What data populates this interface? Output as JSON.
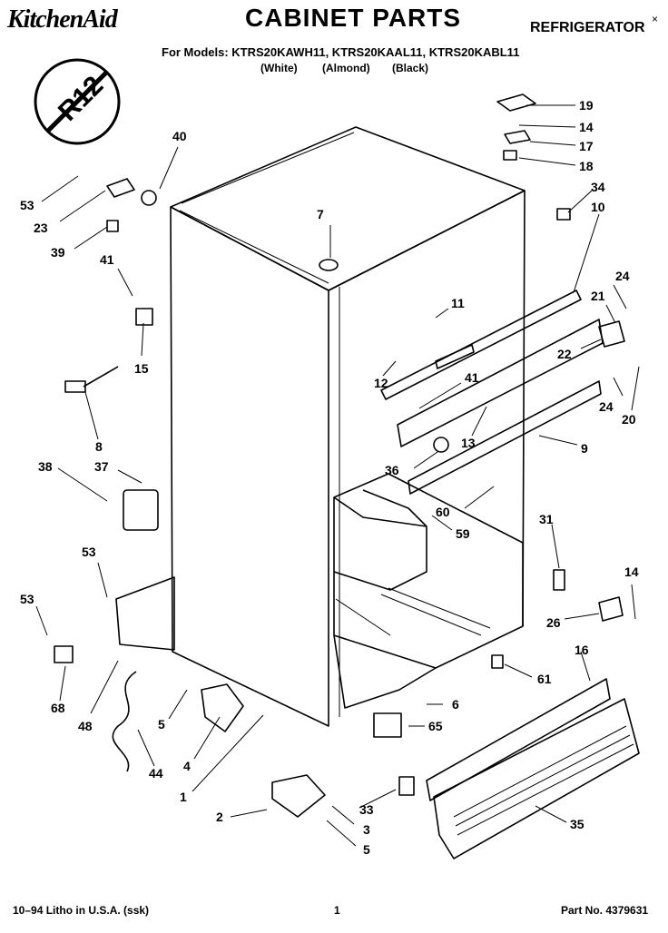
{
  "header": {
    "brand": "KitchenAid",
    "title": "CABINET PARTS",
    "appliance": "REFRIGERATOR",
    "corner_mark": "×",
    "models_line": "For Models: KTRS20KAWH11, KTRS20KAAL11, KTRS20KABL11",
    "variants": [
      "(White)",
      "(Almond)",
      "(Black)"
    ]
  },
  "badge": {
    "text": "R12"
  },
  "footer": {
    "litho": "10–94 Litho in U.S.A. (ssk)",
    "page": "1",
    "part_no": "Part No. 4379631"
  },
  "callouts": [
    "19",
    "14",
    "17",
    "18",
    "34",
    "10",
    "40",
    "53",
    "23",
    "39",
    "7",
    "41",
    "15",
    "11",
    "24",
    "21",
    "12",
    "41",
    "22",
    "8",
    "13",
    "9",
    "24",
    "20",
    "38",
    "37",
    "36",
    "60",
    "59",
    "31",
    "53",
    "14",
    "53",
    "26",
    "68",
    "48",
    "16",
    "61",
    "5",
    "6",
    "65",
    "4",
    "44",
    "1",
    "2",
    "33",
    "3",
    "5",
    "35"
  ]
}
